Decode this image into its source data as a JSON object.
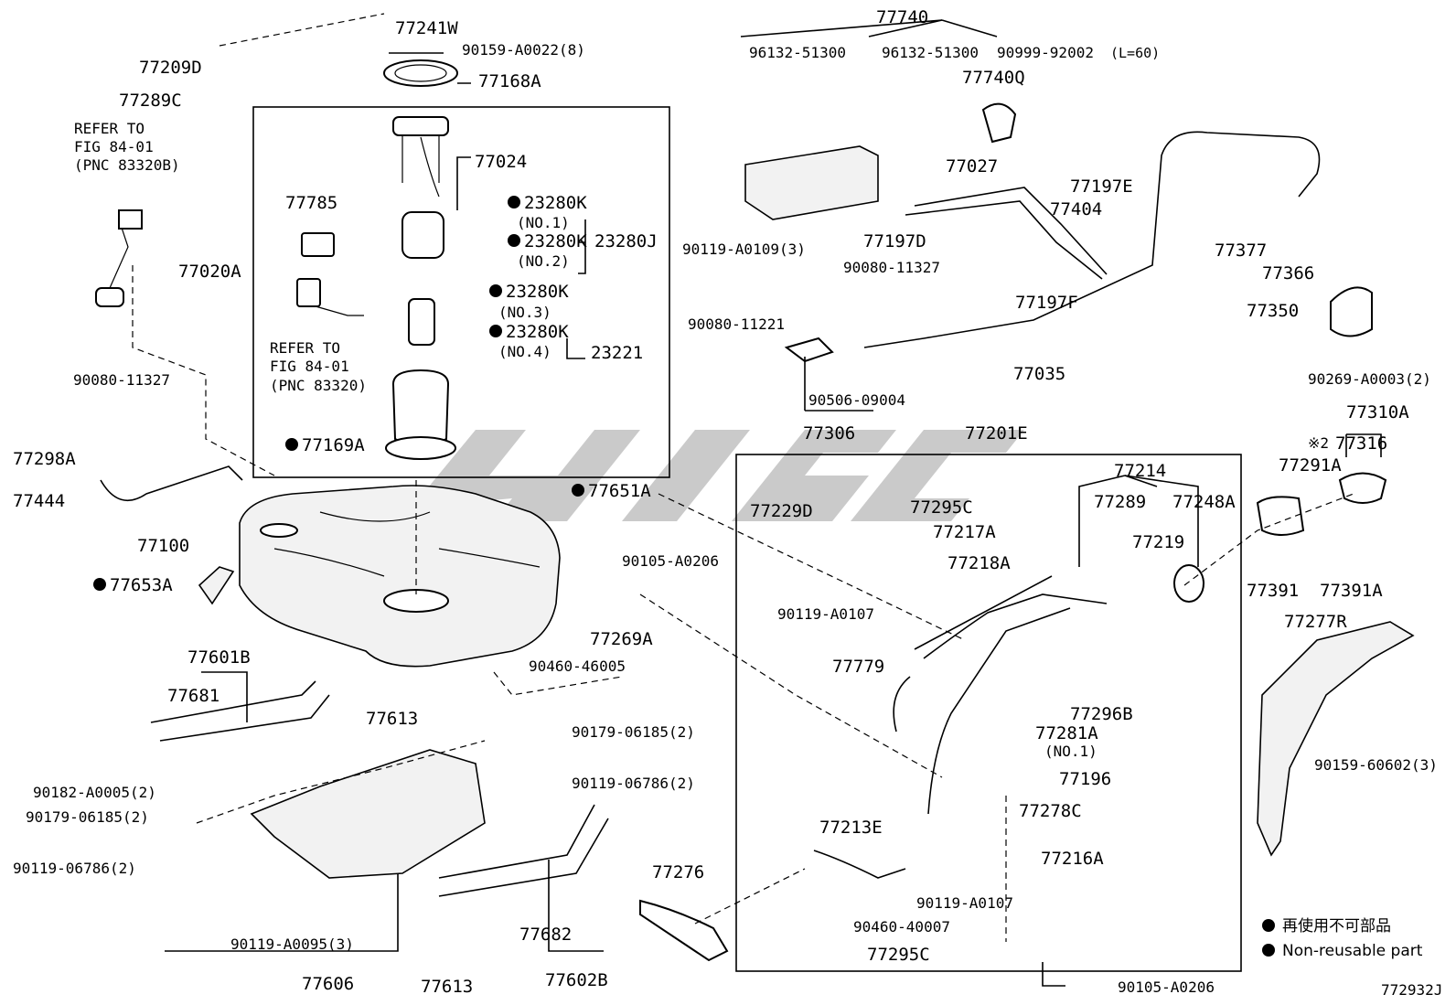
{
  "diagram_id": "772932J",
  "legend": {
    "japanese": "再使用不可部品",
    "english": "Non-reusable part"
  },
  "refer_notes": [
    {
      "line1": "REFER TO",
      "line2": "FIG 84-01",
      "line3": "(PNC 83320B)"
    },
    {
      "line1": "REFER TO",
      "line2": "FIG 84-01",
      "line3": "(PNC 83320)"
    }
  ],
  "labels": {
    "p77241W": "77241W",
    "p90159_A0022": "90159-A0022(8)",
    "p77209D": "77209D",
    "p77168A": "77168A",
    "p77289C": "77289C",
    "p77024": "77024",
    "p77785": "77785",
    "p23280K_1": "23280K",
    "p23280K_1n": "(NO.1)",
    "p23280K_2": "23280K",
    "p23280K_2n": "(NO.2)",
    "p23280J": "23280J",
    "p77020A": "77020A",
    "p23280K_3": "23280K",
    "p23280K_3n": "(NO.3)",
    "p23280K_4": "23280K",
    "p23280K_4n": "(NO.4)",
    "p23221": "23221",
    "p90080_11327a": "90080-11327",
    "p77298A": "77298A",
    "p77169A": "77169A",
    "p77444": "77444",
    "p77651A": "77651A",
    "p77100": "77100",
    "p90105_A0206a": "90105-A0206",
    "p77653A": "77653A",
    "p77269A": "77269A",
    "p90460_46005": "90460-46005",
    "p77601B": "77601B",
    "p77681": "77681",
    "p77613a": "77613",
    "p90179_06185a": "90179-06185(2)",
    "p90119_06786a": "90119-06786(2)",
    "p90182_A0005": "90182-A0005(2)",
    "p90179_06185b": "90179-06185(2)",
    "p90119_06786b": "90119-06786(2)",
    "p90119_A0095": "90119-A0095(3)",
    "p77606": "77606",
    "p77613b": "77613",
    "p77682": "77682",
    "p77602B": "77602B",
    "p77276": "77276",
    "p77740": "77740",
    "p96132_51300a": "96132-51300",
    "p96132_51300b": "96132-51300",
    "p90999_92002": "90999-92002",
    "p90999_92002s": "(L=60)",
    "p77740Q": "77740Q",
    "p77027": "77027",
    "p77197E": "77197E",
    "p77404": "77404",
    "p77197D": "77197D",
    "p90119_A0109": "90119-A0109(3)",
    "p90080_11327b": "90080-11327",
    "p77197F": "77197F",
    "p77377": "77377",
    "p77366": "77366",
    "p77350": "77350",
    "p90080_11221": "90080-11221",
    "p77035": "77035",
    "p90269_A0003": "90269-A0003(2)",
    "p90506_09004": "90506-09004",
    "p77306": "77306",
    "p77201E": "77201E",
    "p77214": "77214",
    "p77310A": "77310A",
    "p77316_mark": "※2",
    "p77316": "77316",
    "p77291A": "77291A",
    "p77229D": "77229D",
    "p77295Ca": "77295C",
    "p77289": "77289",
    "p77248A": "77248A",
    "p77217A": "77217A",
    "p77219": "77219",
    "p77218A": "77218A",
    "p77391": "77391",
    "p77391A": "77391A",
    "p90119_A0107a": "90119-A0107",
    "p77277R": "77277R",
    "p77779": "77779",
    "p77296B": "77296B",
    "p77281A": "77281A",
    "p77281An": "(NO.1)",
    "p77196": "77196",
    "p90159_60602": "90159-60602(3)",
    "p77278C": "77278C",
    "p77213E": "77213E",
    "p77216A": "77216A",
    "p90119_A0107b": "90119-A0107",
    "p90460_40007": "90460-40007",
    "p77295Cb": "77295C",
    "p90105_A0206b": "90105-A0206"
  },
  "colors": {
    "ink": "#000000",
    "watermark": "#9e9e9e",
    "background": "#ffffff"
  }
}
